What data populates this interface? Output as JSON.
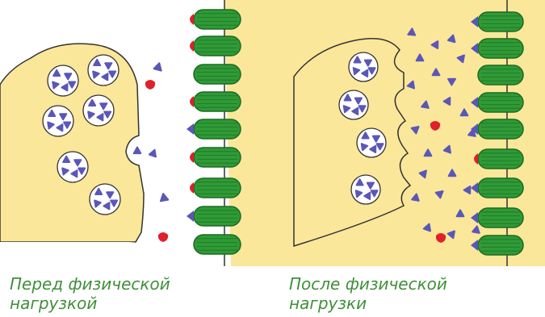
{
  "captions": {
    "before_line1": "Перед физической",
    "before_line2": "нагрузкой",
    "after_line1": "После физической",
    "after_line2": "нагрузки"
  },
  "colors": {
    "membrane": "#fbe79a",
    "outline": "#333333",
    "receptor": "#2f9a36",
    "receptor_dark": "#1b6b22",
    "neurotransmitter": "#5b57b8",
    "other_molecule": "#e0202a",
    "vesicle": "#ffffff",
    "caption": "#3f8f3a"
  }
}
